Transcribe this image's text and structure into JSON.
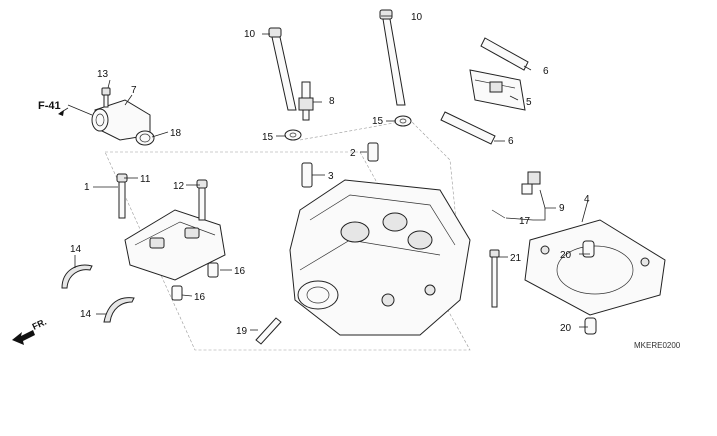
{
  "reference": {
    "label": "F-41"
  },
  "direction": {
    "label": "FR."
  },
  "figure_code": "MKERE0200",
  "callouts": {
    "c1": "1",
    "c2": "2",
    "c3": "3",
    "c4": "4",
    "c5": "5",
    "c6a": "6",
    "c6b": "6",
    "c7": "7",
    "c8": "8",
    "c9": "9",
    "c10a": "10",
    "c10b": "10",
    "c11": "11",
    "c12": "12",
    "c13": "13",
    "c14a": "14",
    "c14b": "14",
    "c15a": "15",
    "c15b": "15",
    "c16a": "16",
    "c16b": "16",
    "c17": "17",
    "c18": "18",
    "c19": "19",
    "c20a": "20",
    "c20b": "20",
    "c21": "21"
  },
  "colors": {
    "line": "#222222",
    "ghost": "#999999",
    "background": "#ffffff"
  }
}
